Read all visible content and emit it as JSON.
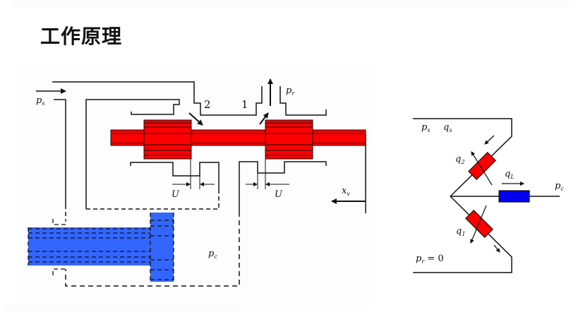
{
  "page": {
    "title": "工作原理"
  },
  "valve_diagram": {
    "labels": {
      "supply_pressure": "p",
      "supply_pressure_sub": "s",
      "return_pressure": "p",
      "return_pressure_sub": "r",
      "control_pressure": "p",
      "control_pressure_sub": "c",
      "port_2": "2",
      "port_1": "1",
      "underlap_left": "U",
      "underlap_right": "U",
      "displacement": "x",
      "displacement_sub": "v"
    },
    "colors": {
      "spool": "#ff0000",
      "piston": "#3366ff",
      "line": "#111111"
    }
  },
  "bridge_diagram": {
    "labels": {
      "supply_pressure": "p",
      "supply_pressure_sub": "s",
      "supply_flow": "q",
      "supply_flow_sub": "s",
      "orifice_2_flow": "q",
      "orifice_2_flow_sub": "2",
      "orifice_1_flow": "q",
      "orifice_1_flow_sub": "1",
      "load_flow": "q",
      "load_flow_sub": "L",
      "control_pressure": "p",
      "control_pressure_sub": "c",
      "return_pressure": "p",
      "return_pressure_sub": "r",
      "return_pressure_value": " = 0"
    },
    "colors": {
      "orifice": "#ff0000",
      "load": "#0000ee",
      "line": "#111111"
    }
  }
}
